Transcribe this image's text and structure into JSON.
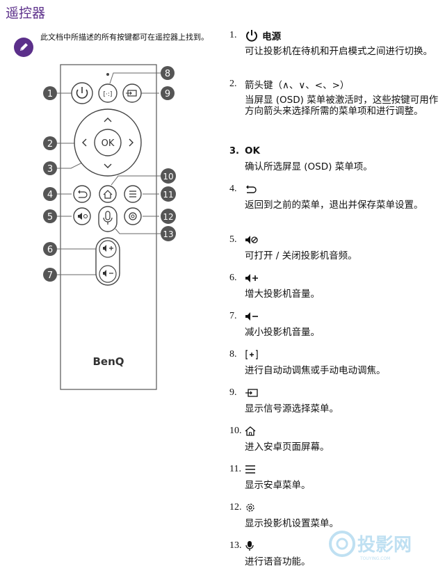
{
  "title": "遥控器",
  "note": "此文档中所描述的所有按键都可在遥控器上找到。",
  "remote": {
    "ok_label": "OK",
    "brand": "BenQ",
    "callouts": [
      "1",
      "2",
      "3",
      "4",
      "5",
      "6",
      "7",
      "8",
      "9",
      "10",
      "11",
      "12",
      "13"
    ]
  },
  "items": [
    {
      "num": "1.",
      "label": "电源",
      "icon": "power-icon",
      "desc": "可让投影机在待机和开启模式之间进行切换。"
    },
    {
      "num": "2.",
      "label": "箭头键（∧、∨、<、>）",
      "desc": "当屏显 (OSD) 菜单被激活时，这些按键可用作方向箭头来选择所需的菜单项和进行调整。"
    },
    {
      "num": "3.",
      "label": "OK",
      "desc": "确认所选屏显 (OSD) 菜单项。"
    },
    {
      "num": "4.",
      "icon": "back-icon",
      "desc": "返回到之前的菜单，退出并保存菜单设置。"
    },
    {
      "num": "5.",
      "icon": "mute-icon",
      "desc": "可打开 / 关闭投影机音频。"
    },
    {
      "num": "6.",
      "icon": "volume-up-icon",
      "desc": "增大投影机音量。"
    },
    {
      "num": "7.",
      "icon": "volume-down-icon",
      "desc": "减小投影机音量。"
    },
    {
      "num": "8.",
      "icon": "focus-icon",
      "desc": "进行自动动调焦或手动电动调焦。"
    },
    {
      "num": "9.",
      "icon": "source-icon",
      "desc": "显示信号源选择菜单。"
    },
    {
      "num": "10.",
      "icon": "home-icon",
      "desc": "进入安卓页面屏幕。"
    },
    {
      "num": "11.",
      "icon": "menu-icon",
      "desc": "显示安卓菜单。"
    },
    {
      "num": "12.",
      "icon": "settings-icon",
      "desc": "显示投影机设置菜单。"
    },
    {
      "num": "13.",
      "icon": "mic-icon",
      "desc": "进行语音功能。"
    }
  ],
  "watermark": {
    "main": "投影网",
    "sub": "TOUYING.COM"
  },
  "colors": {
    "accent": "#5b2f8a",
    "callout": "#555555",
    "watermark": "#bfe0f2"
  }
}
